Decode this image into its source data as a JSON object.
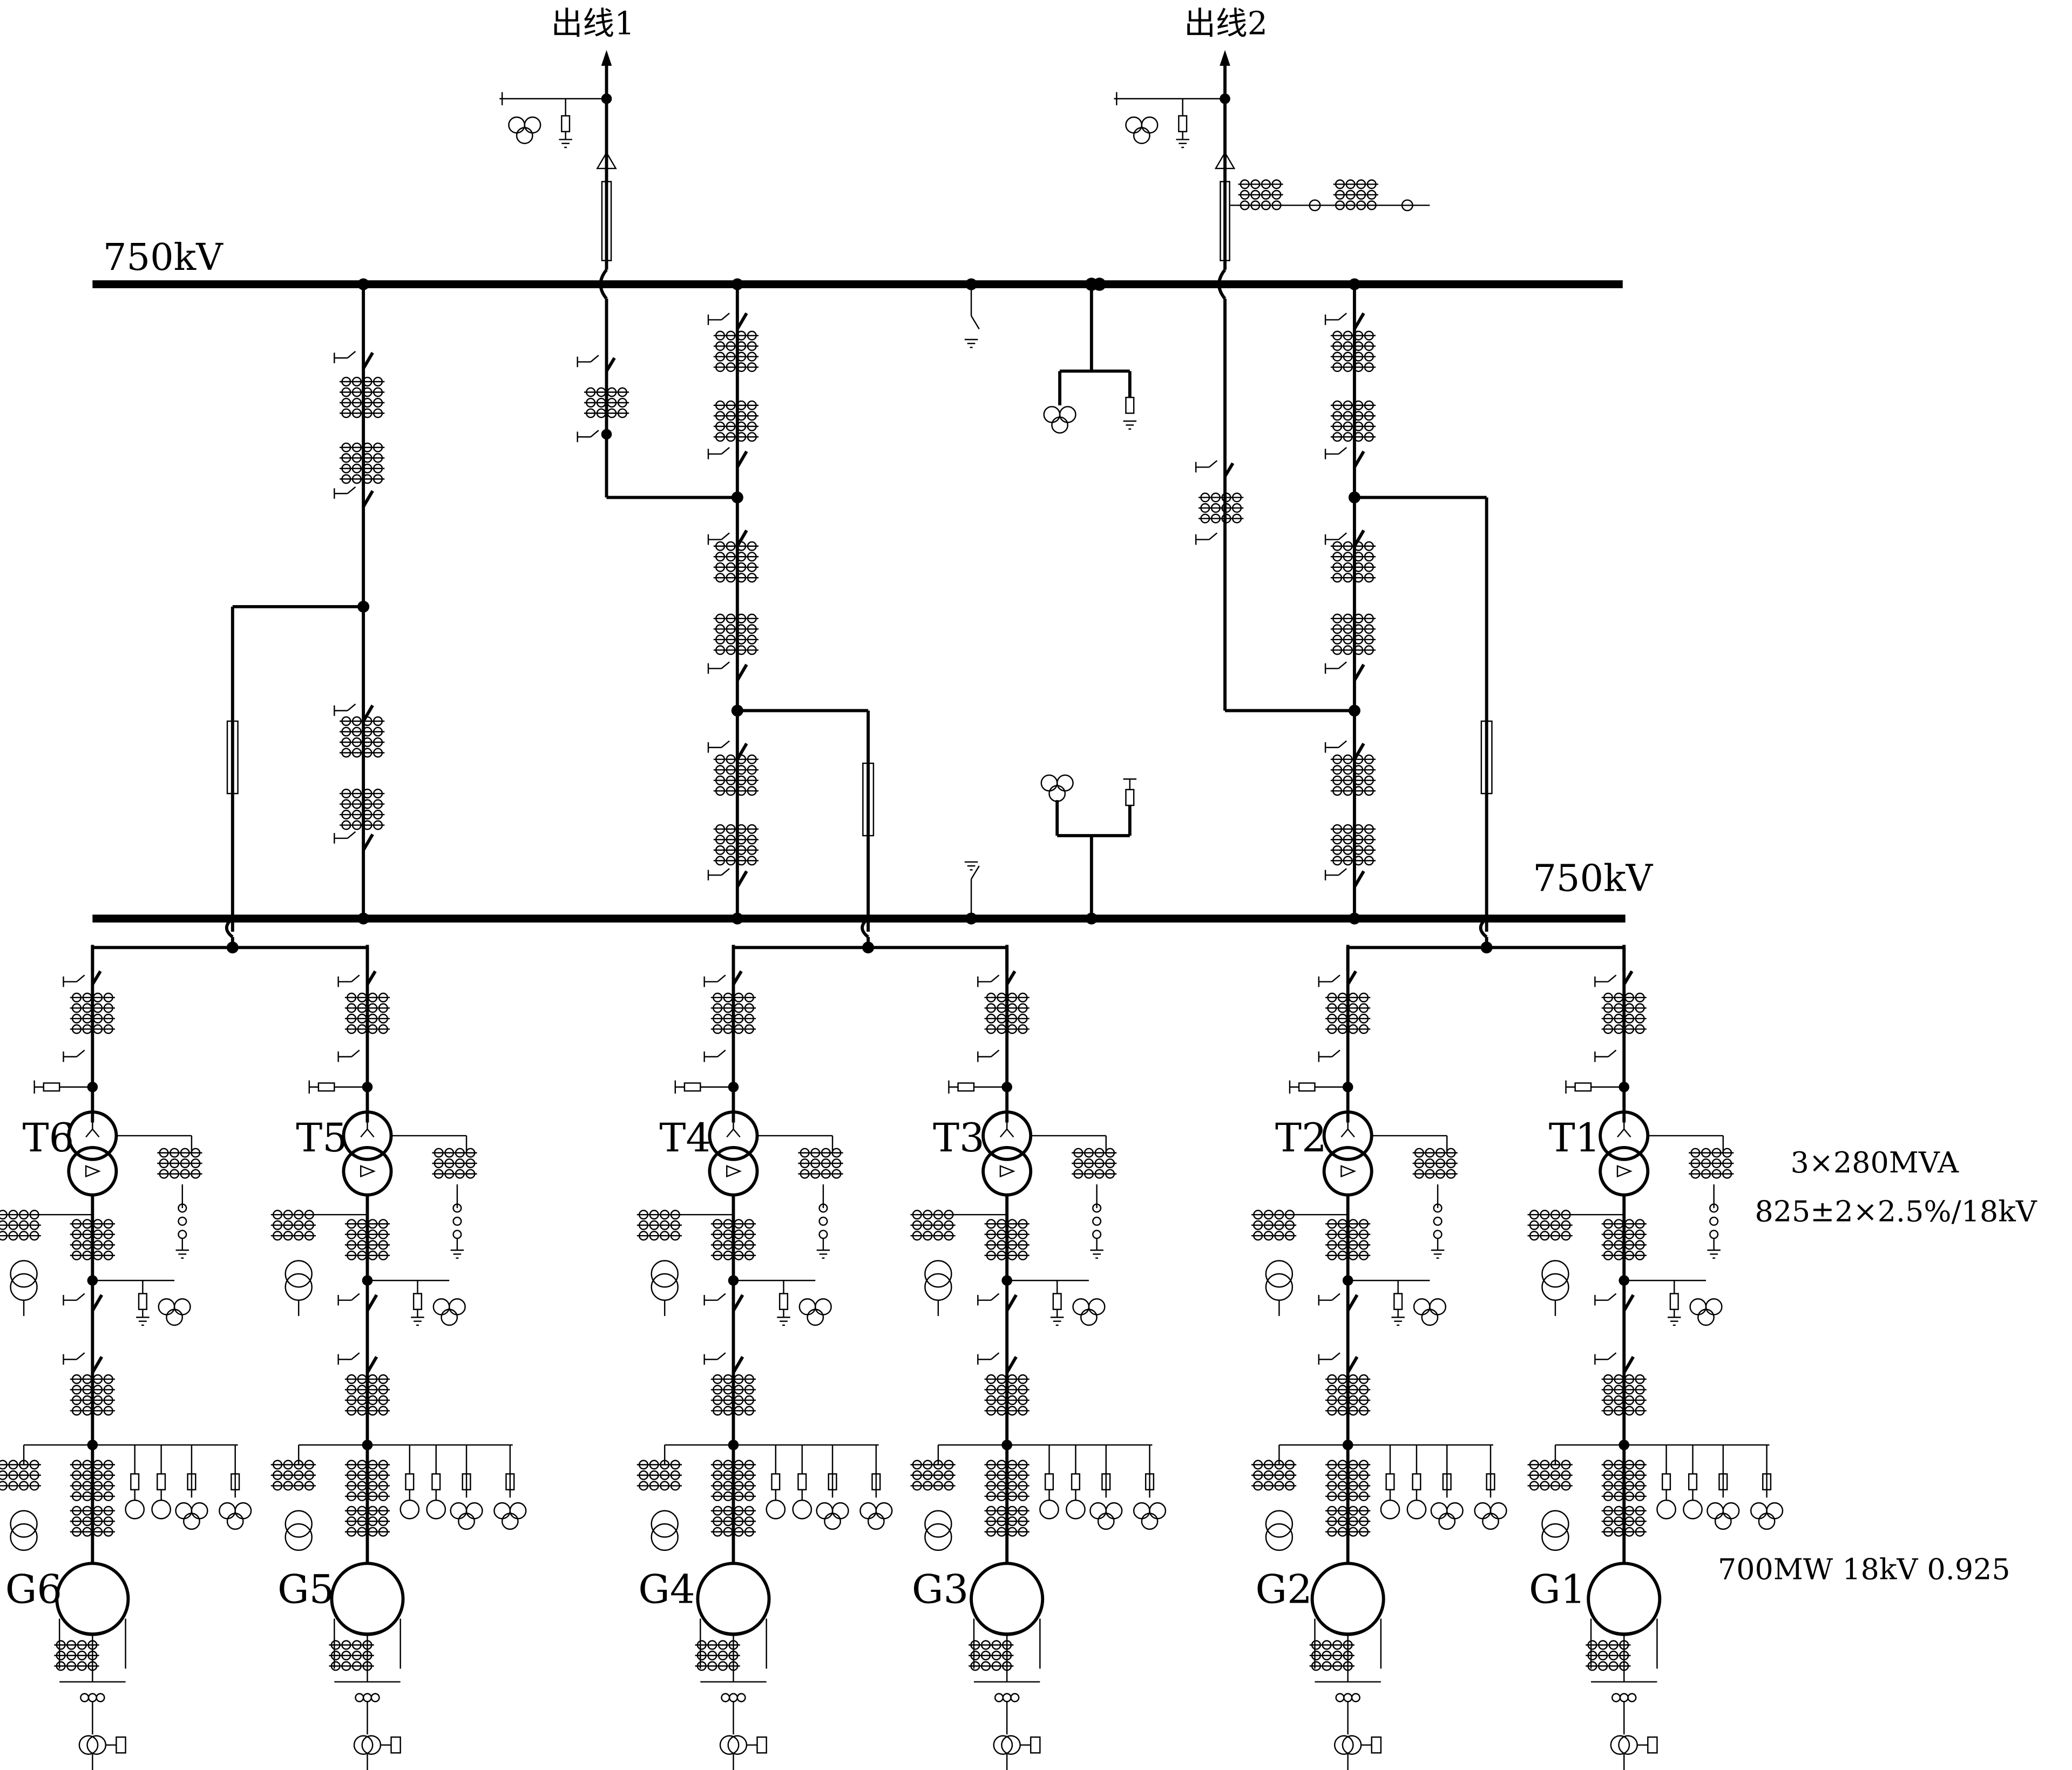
{
  "buses": {
    "upper": {
      "label": "750kV"
    },
    "lower": {
      "label": "750kV"
    }
  },
  "outgoing_lines": [
    {
      "label": "出线1"
    },
    {
      "label": "出线2"
    }
  ],
  "units": [
    {
      "transformer": "T6",
      "generator": "G6"
    },
    {
      "transformer": "T5",
      "generator": "G5"
    },
    {
      "transformer": "T4",
      "generator": "G4"
    },
    {
      "transformer": "T3",
      "generator": "G3"
    },
    {
      "transformer": "T2",
      "generator": "G2"
    },
    {
      "transformer": "T1",
      "generator": "G1"
    }
  ],
  "transformer_rating": {
    "line1": "3×280MVA",
    "line2": "825±2×2.5%/18kV"
  },
  "generator_rating": "700MW 18kV 0.925"
}
